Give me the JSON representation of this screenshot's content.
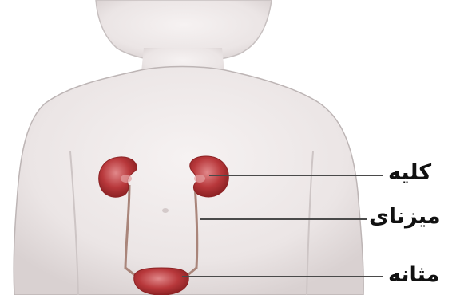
{
  "labels": {
    "kidney": "کلیه",
    "ureter": "میزنای",
    "bladder": "مثانه"
  },
  "colors": {
    "background": "#ffffff",
    "skin": "#ece7e7",
    "skin_outline": "#b4adad",
    "organ": "#b8383b",
    "organ_highlight": "#e1888a",
    "ureter": "#a9857a",
    "leader_line": "#4a4a4a",
    "label_text": "#111111"
  }
}
